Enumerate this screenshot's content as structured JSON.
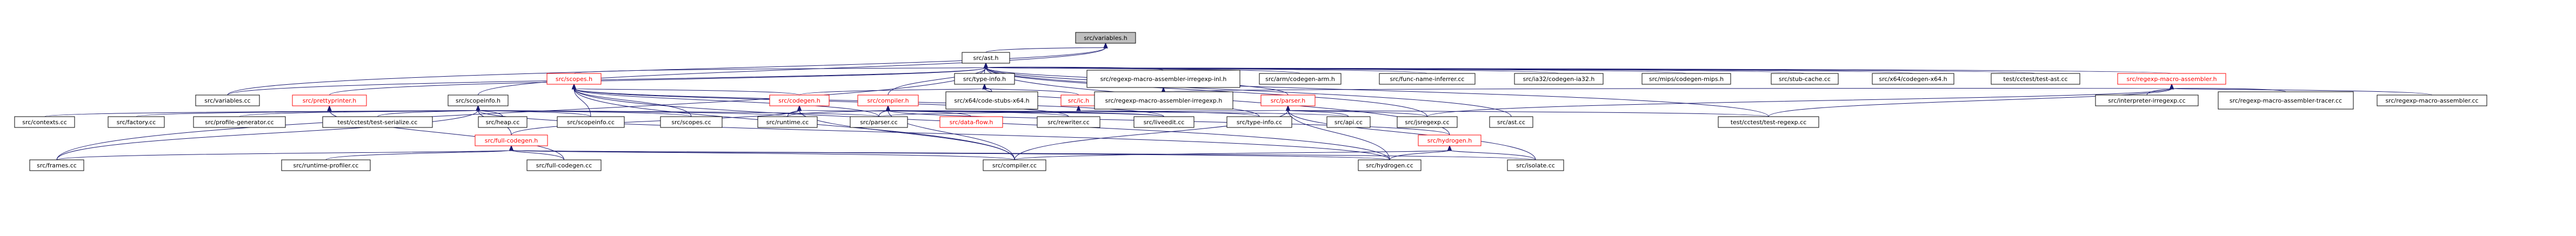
{
  "graph": {
    "root": "src/variables.h",
    "nodes": [
      {
        "id": "variables_h",
        "label": "src/variables.h",
        "root": true
      },
      {
        "id": "ast_h",
        "label": "src/ast.h"
      },
      {
        "id": "scopes_h",
        "label": "src/scopes.h",
        "red": true
      },
      {
        "id": "type_info_h",
        "label": "src/type-info.h"
      },
      {
        "id": "regexp_macro_assembler_irregexp_inl_h",
        "label": "src/regexp-macro-assembler-irregexp-inl.h"
      },
      {
        "id": "arm_codegen_arm_h",
        "label": "src/arm/codegen-arm.h"
      },
      {
        "id": "func_name_inferrer_cc",
        "label": "src/func-name-inferrer.cc"
      },
      {
        "id": "ia32_codegen_ia32_h",
        "label": "src/ia32/codegen-ia32.h"
      },
      {
        "id": "mips_codegen_mips_h",
        "label": "src/mips/codegen-mips.h"
      },
      {
        "id": "stub_cache_cc",
        "label": "src/stub-cache.cc"
      },
      {
        "id": "x64_codegen_x64_h",
        "label": "src/x64/codegen-x64.h"
      },
      {
        "id": "test_test_ast_cc",
        "label": "test/cctest/test-ast.cc"
      },
      {
        "id": "regexp_macro_assembler_h",
        "label": "src/regexp-macro-assembler.h",
        "red": true
      },
      {
        "id": "variables_cc",
        "label": "src/variables.cc"
      },
      {
        "id": "prettyprinter_h",
        "label": "src/prettyprinter.h",
        "red": true
      },
      {
        "id": "scopeinfo_h",
        "label": "src/scopeinfo.h"
      },
      {
        "id": "codegen_h",
        "label": "src/codegen.h",
        "red": true
      },
      {
        "id": "compiler_h",
        "label": "src/compiler.h",
        "red": true
      },
      {
        "id": "x64_code_stubs_x64_h",
        "label": "src/x64/code-stubs-x64.h"
      },
      {
        "id": "ic_h",
        "label": "src/ic.h",
        "red": true
      },
      {
        "id": "regexp_macro_assembler_irregexp_h",
        "label": "src/regexp-macro-assembler-irregexp.h"
      },
      {
        "id": "parser_h",
        "label": "src/parser.h",
        "red": true
      },
      {
        "id": "interpreter_irregexp_cc",
        "label": "src/interpreter-irregexp.cc"
      },
      {
        "id": "regexp_macro_assembler_tracer_cc",
        "label": "src/regexp-macro-assembler-tracer.cc"
      },
      {
        "id": "regexp_macro_assembler_cc",
        "label": "src/regexp-macro-assembler.cc"
      },
      {
        "id": "contexts_cc",
        "label": "src/contexts.cc"
      },
      {
        "id": "factory_cc",
        "label": "src/factory.cc"
      },
      {
        "id": "profile_generator_cc",
        "label": "src/profile-generator.cc"
      },
      {
        "id": "test_serialize_cc",
        "label": "test/cctest/test-serialize.cc"
      },
      {
        "id": "heap_cc",
        "label": "src/heap.cc"
      },
      {
        "id": "scopeinfo_cc",
        "label": "src/scopeinfo.cc"
      },
      {
        "id": "scopes_cc",
        "label": "src/scopes.cc"
      },
      {
        "id": "runtime_cc",
        "label": "src/runtime.cc"
      },
      {
        "id": "parser_cc",
        "label": "src/parser.cc"
      },
      {
        "id": "data_flow_h",
        "label": "src/data-flow.h",
        "red": true
      },
      {
        "id": "rewriter_cc",
        "label": "src/rewriter.cc"
      },
      {
        "id": "liveedit_cc",
        "label": "src/liveedit.cc"
      },
      {
        "id": "type_info_cc",
        "label": "src/type-info.cc"
      },
      {
        "id": "api_cc",
        "label": "src/api.cc"
      },
      {
        "id": "jsregexp_cc",
        "label": "src/jsregexp.cc"
      },
      {
        "id": "ast_cc",
        "label": "src/ast.cc"
      },
      {
        "id": "test_regexp_cc",
        "label": "test/cctest/test-regexp.cc"
      },
      {
        "id": "full_codegen_h",
        "label": "src/full-codegen.h",
        "red": true
      },
      {
        "id": "hydrogen_h",
        "label": "src/hydrogen.h",
        "red": true
      },
      {
        "id": "frames_cc",
        "label": "src/frames.cc"
      },
      {
        "id": "runtime_profiler_cc",
        "label": "src/runtime-profiler.cc"
      },
      {
        "id": "full_codegen_cc",
        "label": "src/full-codegen.cc"
      },
      {
        "id": "compiler_cc",
        "label": "src/compiler.cc"
      },
      {
        "id": "hydrogen_cc",
        "label": "src/hydrogen.cc"
      },
      {
        "id": "isolate_cc",
        "label": "src/isolate.cc"
      }
    ],
    "edges": [
      [
        "variables_h",
        "ast_h"
      ],
      [
        "variables_h",
        "variables_cc"
      ],
      [
        "variables_h",
        "scopeinfo_h"
      ],
      [
        "ast_h",
        "scopes_h"
      ],
      [
        "ast_h",
        "type_info_h"
      ],
      [
        "ast_h",
        "regexp_macro_assembler_irregexp_inl_h"
      ],
      [
        "ast_h",
        "arm_codegen_arm_h"
      ],
      [
        "ast_h",
        "func_name_inferrer_cc"
      ],
      [
        "ast_h",
        "ia32_codegen_ia32_h"
      ],
      [
        "ast_h",
        "mips_codegen_mips_h"
      ],
      [
        "ast_h",
        "stub_cache_cc"
      ],
      [
        "ast_h",
        "x64_codegen_x64_h"
      ],
      [
        "ast_h",
        "test_test_ast_cc"
      ],
      [
        "ast_h",
        "regexp_macro_assembler_h"
      ],
      [
        "ast_h",
        "variables_cc"
      ],
      [
        "ast_h",
        "prettyprinter_h"
      ],
      [
        "ast_h",
        "compiler_h"
      ],
      [
        "ast_h",
        "parser_h"
      ],
      [
        "ast_h",
        "ast_cc"
      ],
      [
        "ast_h",
        "frames_cc"
      ],
      [
        "ast_h",
        "jsregexp_cc"
      ],
      [
        "ast_h",
        "hydrogen_h"
      ],
      [
        "ast_h",
        "test_regexp_cc"
      ],
      [
        "scopes_h",
        "codegen_h"
      ],
      [
        "scopes_h",
        "scopes_cc"
      ],
      [
        "scopes_h",
        "rewriter_cc"
      ],
      [
        "scopes_h",
        "liveedit_cc"
      ],
      [
        "scopes_h",
        "compiler_cc"
      ],
      [
        "scopes_h",
        "parser_cc"
      ],
      [
        "scopes_h",
        "hydrogen_cc"
      ],
      [
        "scopes_h",
        "scopeinfo_cc"
      ],
      [
        "type_info_h",
        "x64_code_stubs_x64_h"
      ],
      [
        "type_info_h",
        "ic_h"
      ],
      [
        "type_info_h",
        "type_info_cc"
      ],
      [
        "type_info_h",
        "codegen_h"
      ],
      [
        "regexp_macro_assembler_irregexp_inl_h",
        "regexp_macro_assembler_irregexp_h"
      ],
      [
        "regexp_macro_assembler_h",
        "interpreter_irregexp_cc"
      ],
      [
        "regexp_macro_assembler_h",
        "regexp_macro_assembler_tracer_cc"
      ],
      [
        "regexp_macro_assembler_h",
        "regexp_macro_assembler_cc"
      ],
      [
        "regexp_macro_assembler_h",
        "regexp_macro_assembler_irregexp_h"
      ],
      [
        "regexp_macro_assembler_h",
        "jsregexp_cc"
      ],
      [
        "regexp_macro_assembler_h",
        "test_regexp_cc"
      ],
      [
        "prettyprinter_h",
        "full_codegen_cc"
      ],
      [
        "scopeinfo_h",
        "contexts_cc"
      ],
      [
        "scopeinfo_h",
        "factory_cc"
      ],
      [
        "scopeinfo_h",
        "profile_generator_cc"
      ],
      [
        "scopeinfo_h",
        "test_serialize_cc"
      ],
      [
        "scopeinfo_h",
        "heap_cc"
      ],
      [
        "scopeinfo_h",
        "scopeinfo_cc"
      ],
      [
        "scopeinfo_h",
        "scopes_cc"
      ],
      [
        "scopeinfo_h",
        "runtime_cc"
      ],
      [
        "scopeinfo_h",
        "parser_cc"
      ],
      [
        "scopeinfo_h",
        "frames_cc"
      ],
      [
        "scopeinfo_h",
        "full_codegen_h"
      ],
      [
        "scopeinfo_h",
        "hydrogen_cc"
      ],
      [
        "codegen_h",
        "runtime_cc"
      ],
      [
        "codegen_h",
        "full_codegen_h"
      ],
      [
        "codegen_h",
        "compiler_cc"
      ],
      [
        "codegen_h",
        "liveedit_cc"
      ],
      [
        "compiler_h",
        "data_flow_h"
      ],
      [
        "compiler_h",
        "rewriter_cc"
      ],
      [
        "compiler_h",
        "liveedit_cc"
      ],
      [
        "compiler_h",
        "runtime_cc"
      ],
      [
        "compiler_h",
        "parser_cc"
      ],
      [
        "compiler_h",
        "api_cc"
      ],
      [
        "compiler_h",
        "compiler_cc"
      ],
      [
        "compiler_h",
        "hydrogen_h"
      ],
      [
        "ic_h",
        "type_info_cc"
      ],
      [
        "parser_h",
        "api_cc"
      ],
      [
        "parser_h",
        "jsregexp_cc"
      ],
      [
        "parser_h",
        "parser_cc"
      ],
      [
        "parser_h",
        "test_regexp_cc"
      ],
      [
        "parser_h",
        "compiler_cc"
      ],
      [
        "parser_h",
        "hydrogen_cc"
      ],
      [
        "parser_h",
        "isolate_cc"
      ],
      [
        "full_codegen_h",
        "frames_cc"
      ],
      [
        "full_codegen_h",
        "runtime_profiler_cc"
      ],
      [
        "full_codegen_h",
        "full_codegen_cc"
      ],
      [
        "full_codegen_h",
        "compiler_cc"
      ],
      [
        "full_codegen_h",
        "hydrogen_cc"
      ],
      [
        "full_codegen_h",
        "isolate_cc"
      ],
      [
        "hydrogen_h",
        "compiler_cc"
      ],
      [
        "hydrogen_h",
        "hydrogen_cc"
      ],
      [
        "hydrogen_h",
        "isolate_cc"
      ]
    ]
  }
}
